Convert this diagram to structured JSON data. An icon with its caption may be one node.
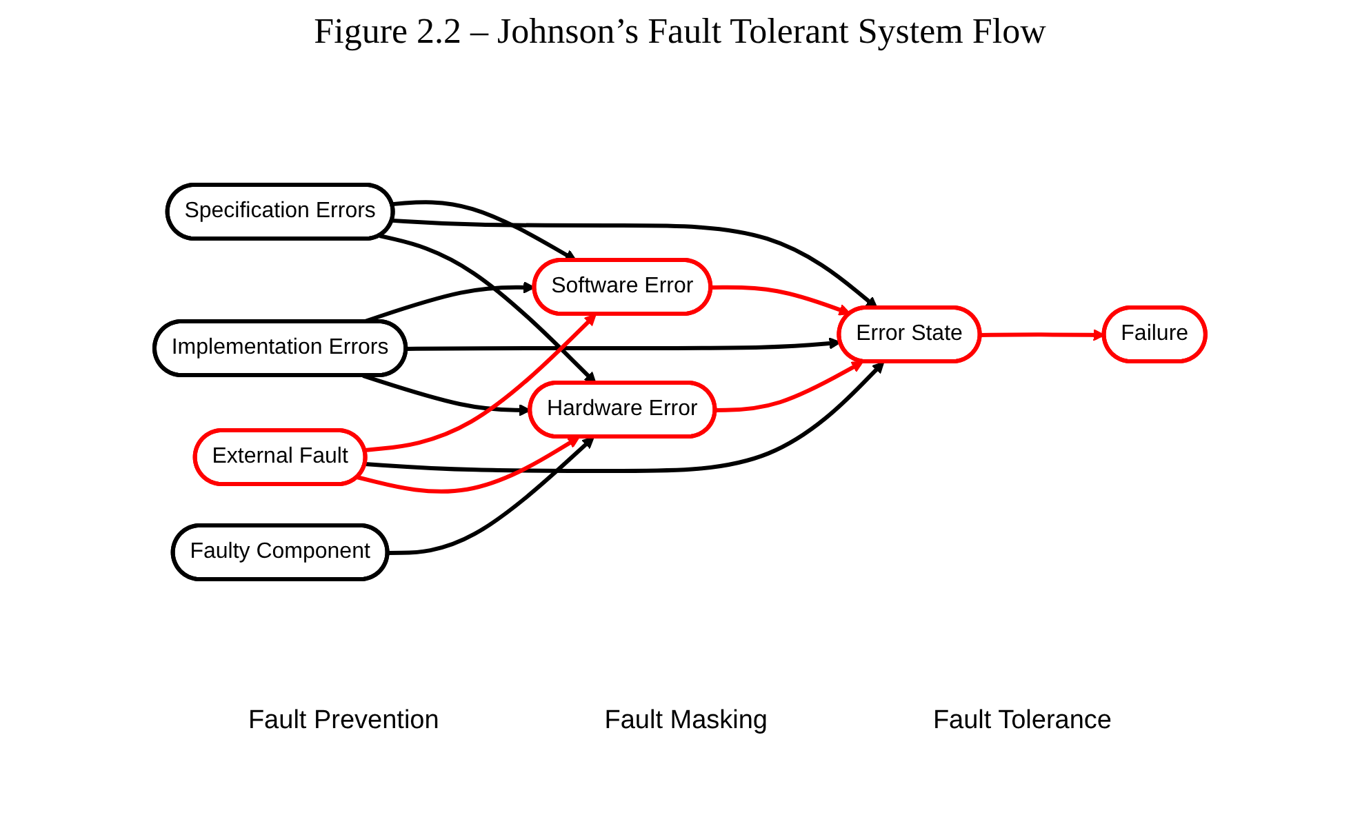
{
  "diagram": {
    "title": "Figure 2.2 – Johnson’s Fault Tolerant System Flow",
    "nodes": [
      {
        "text": [
          "Specification Errors"
        ]
      },
      {
        "text": [
          "Implementation Errors"
        ]
      },
      {
        "text": [
          "External Fault"
        ]
      },
      {
        "text": [
          "Faulty Component"
        ]
      },
      {
        "text": [
          "Software Error"
        ]
      },
      {
        "text": [
          "Hardware Error"
        ]
      },
      {
        "text": [
          "Error State"
        ]
      },
      {
        "text": [
          "Failure"
        ]
      }
    ],
    "edges": [
      {
        "from": 0,
        "to": 4,
        "arrow": "to"
      },
      {
        "from": 0,
        "to": 6,
        "arrow": "to"
      },
      {
        "from": 0,
        "to": 5,
        "arrow": "to"
      },
      {
        "from": 1,
        "to": 4,
        "arrow": "to"
      },
      {
        "from": 1,
        "to": 6,
        "arrow": "to"
      },
      {
        "from": 1,
        "to": 5,
        "arrow": "to"
      },
      {
        "from": 2,
        "to": 4,
        "arrow": "to",
        "color": "#ff0000"
      },
      {
        "from": 2,
        "to": 6,
        "arrow": "to"
      },
      {
        "from": 2,
        "to": 5,
        "arrow": "to",
        "color": "#ff0000"
      },
      {
        "from": 3,
        "to": 5,
        "arrow": "to"
      },
      {
        "from": 4,
        "to": 6,
        "arrow": "to",
        "color": "#ff0000"
      },
      {
        "from": 5,
        "to": 6,
        "arrow": "to",
        "color": "#ff0000"
      },
      {
        "from": 6,
        "to": 7,
        "arrow": "to",
        "color": "#ff0000"
      }
    ],
    "labels": [
      "Fault Prevention",
      "Fault Masking",
      "Fault Tolerance"
    ]
  }
}
